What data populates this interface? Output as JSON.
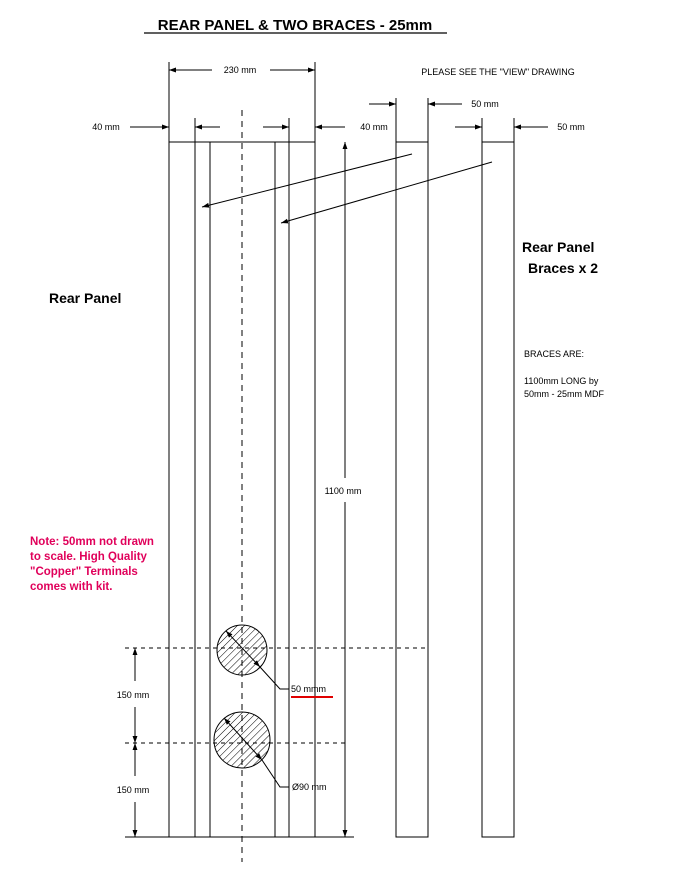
{
  "title": "REAR PANEL & TWO BRACES - 25mm",
  "view_note": "PLEASE SEE THE \"VIEW\" DRAWING",
  "dims": {
    "panel_width": "230 mm",
    "left_strip": "40 mm",
    "right_strip": "40 mm",
    "brace1_width": "50 mm",
    "brace2_width": "50 mm",
    "height": "1100 mm",
    "spacing_upper": "150 mm",
    "spacing_lower": "150 mm",
    "terminal_size": "50 mmm",
    "hole_diameter": "Ø90 mm"
  },
  "labels": {
    "rear_panel": "Rear Panel",
    "braces_line1": "Rear Panel",
    "braces_line2": "Braces x 2",
    "spec_title": "BRACES ARE:",
    "spec_line1": "1100mm LONG by",
    "spec_line2": "50mm - 25mm MDF"
  },
  "note": {
    "line1": "Note: 50mm not drawn",
    "line2": "to scale. High Quality",
    "line3": "\"Copper\" Terminals",
    "line4": "comes with kit."
  },
  "colors": {
    "line": "#000000",
    "note": "#e0005a",
    "underline": "#e00000"
  }
}
